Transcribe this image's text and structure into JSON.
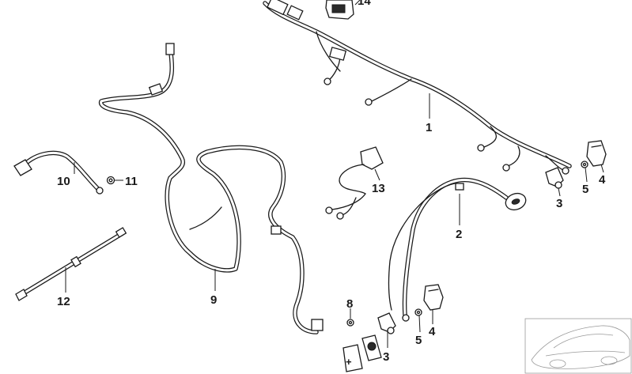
{
  "callouts": {
    "p1": "1",
    "p2": "2",
    "p3a": "3",
    "p3b": "3",
    "p4a": "4",
    "p4b": "4",
    "p5a": "5",
    "p5b": "5",
    "p8": "8",
    "p9": "9",
    "p10": "10",
    "p11": "11",
    "p12": "12",
    "p13": "13",
    "p14": "14"
  },
  "icons": {
    "battery_plus": "plus-icon"
  },
  "colors": {
    "line": "#1a1a1a",
    "car_outline": "#9a9a9a",
    "background": "#ffffff"
  }
}
